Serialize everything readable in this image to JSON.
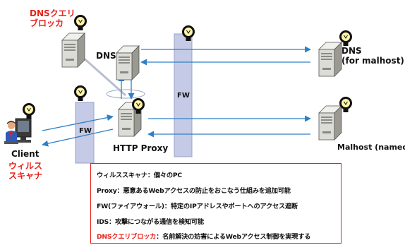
{
  "labels": {
    "dns_blocker": "DNSクエリ\nブロッカ",
    "dns": "DNS",
    "dns_malhost": "DNS\n(for malhost)",
    "fw_left": "FW",
    "fw_right": "FW",
    "http_proxy": "HTTP Proxy",
    "malhost": "Malhost (named)",
    "client": "Client",
    "virus_scanner": "ウィルス\nスキャナ"
  },
  "legend": {
    "rows": [
      {
        "head": "",
        "text": "ウィルススキャナ：個々のPC"
      },
      {
        "head": "",
        "text": "Proxy：悪意あるWebアクセスの防止をおこなう仕組みを追加可能"
      },
      {
        "head": "",
        "text": "FW(ファイアウォール)：特定のIPアドレスやポートへのアクセス遮断"
      },
      {
        "head": "",
        "text": "IDS：攻撃につながる通信を検知可能"
      },
      {
        "head": "DNSクエリブロッカ",
        "text": "：名前解決の妨害によるWebアクセス制御を実現する"
      }
    ]
  },
  "colors": {
    "accent_red": "#e8201a",
    "arrow_blue": "#2e7fc7",
    "fw_fill": "#c5cbe6",
    "server_body": "#dcdcd6",
    "bulb_yellow": "#fff4a8"
  },
  "icons": [
    "server-icon",
    "lightbulb-icon",
    "client-pc-icon",
    "firewall-icon"
  ]
}
